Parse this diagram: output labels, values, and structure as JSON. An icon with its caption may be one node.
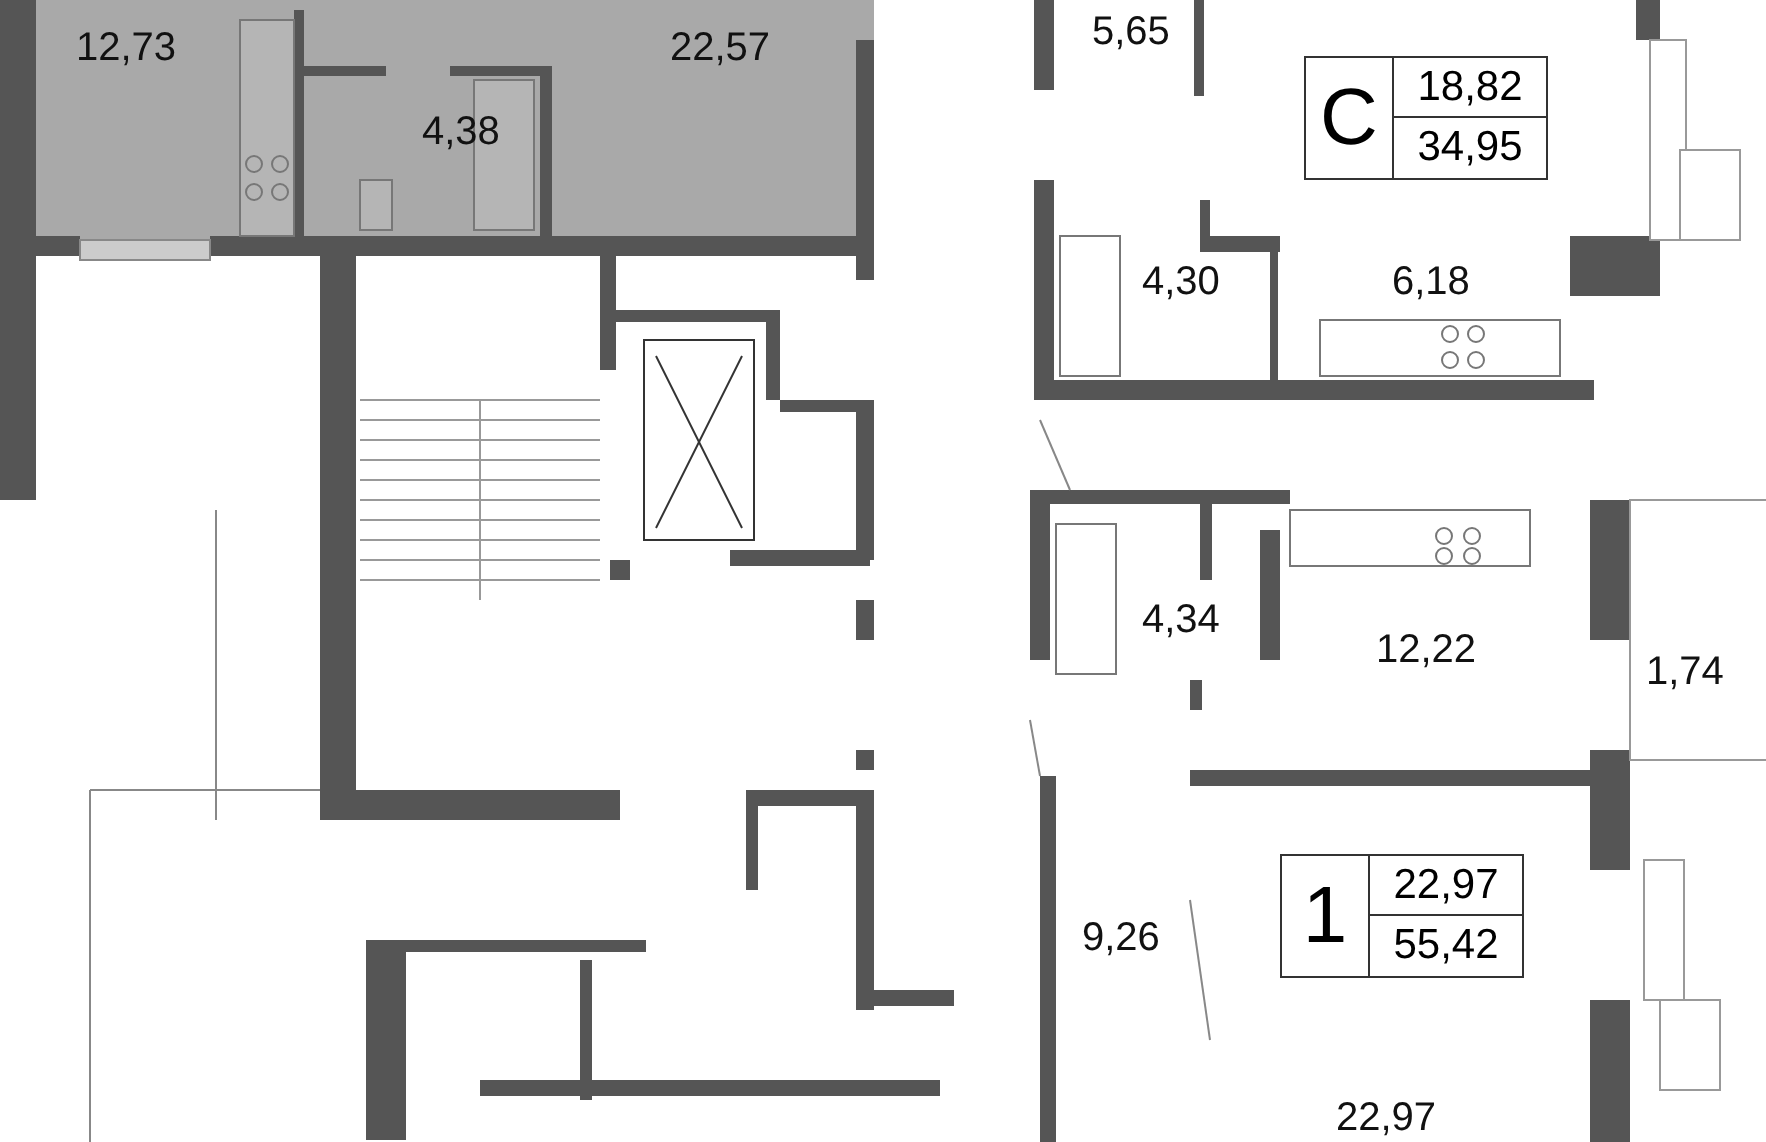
{
  "diagram": {
    "nodes": [
      {
        "text": [
          "С",
          "18,82",
          "34,95"
        ]
      },
      {
        "text": [
          "1",
          "22,97",
          "55,42"
        ]
      }
    ],
    "labels": [
      "12,73",
      "22,57",
      "4,38",
      "5,65",
      "4,30",
      "6,18",
      "4,34",
      "12,22",
      "1,74",
      "9,26",
      "22,97"
    ]
  }
}
